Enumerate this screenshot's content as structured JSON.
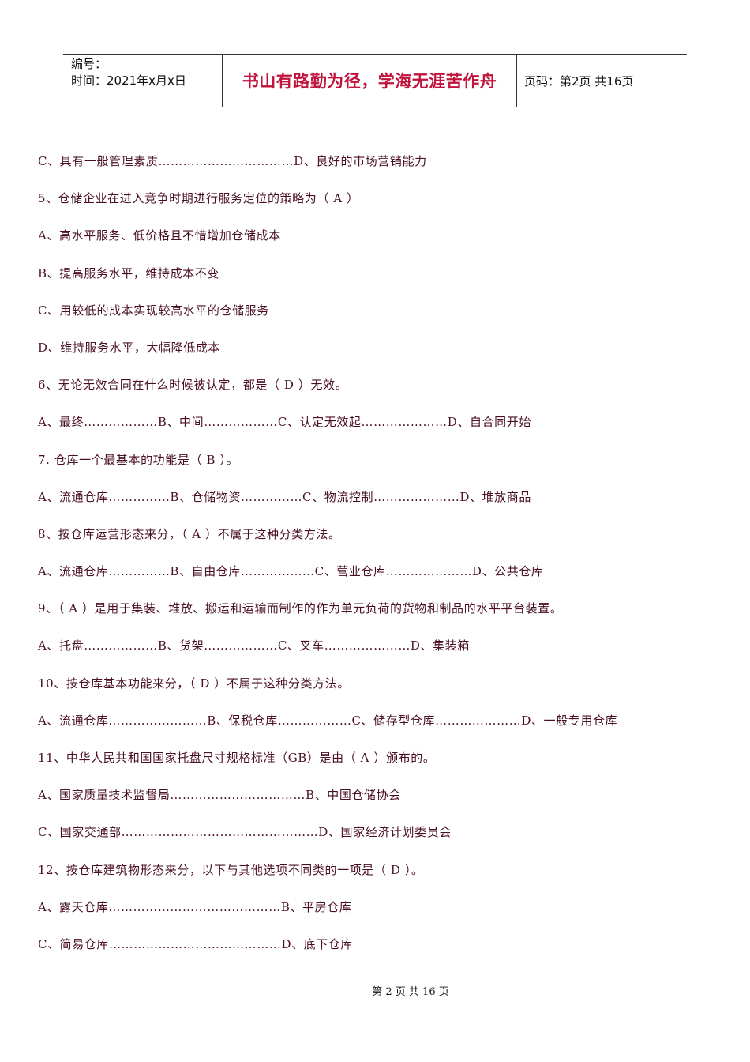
{
  "header": {
    "number_label": "编号：",
    "time_label": "时间：2021年x月x日",
    "motto": "书山有路勤为径，学海无涯苦作舟",
    "page_code": "页码：第2页  共16页"
  },
  "lines": [
    "C、具有一般管理素质……………………………D、良好的市场营销能力",
    "5、仓储企业在进入竞争时期进行服务定位的策略为（ A ）",
    "A、高水平服务、低价格且不惜增加仓储成本",
    "B、提高服务水平，维持成本不变",
    "C、用较低的成本实现较高水平的仓储服务",
    "D、维持服务水平，大幅降低成本",
    "6、无论无效合同在什么时候被认定，都是（ D ）无效。",
    "A、最终………………B、中间………………C、认定无效起…………………D、自合同开始",
    "7. 仓库一个最基本的功能是（ B ）。",
    "A、流通仓库……………B、仓储物资……………C、物流控制…………………D、堆放商品",
    "8、按仓库运营形态来分，（ A ）不属于这种分类方法。",
    "A、流通仓库……………B、自由仓库………………C、营业仓库…………………D、公共仓库",
    "9、（ A ）是用于集装、堆放、搬运和运输而制作的作为单元负荷的货物和制品的水平平台装置。",
    "A、托盘………………B、货架………………C、叉车…………………D、集装箱",
    "10、按仓库基本功能来分，（ D ）不属于这种分类方法。",
    "A、流通仓库……………………B、保税仓库………………C、储存型仓库…………………D、一般专用仓库",
    "11、中华人民共和国国家托盘尺寸规格标准（GB）是由（ A ）颁布的。",
    "A、国家质量技术监督局……………………………B、中国仓储协会",
    "C、国家交通部…………………………………………D、国家经济计划委员会",
    "12、按仓库建筑物形态来分，以下与其他选项不同类的一项是（ D ）。",
    "A、露天仓库……………………………………B、平房仓库",
    "C、简易仓库……………………………………D、底下仓库"
  ],
  "footer": "第 2 页 共 16 页"
}
